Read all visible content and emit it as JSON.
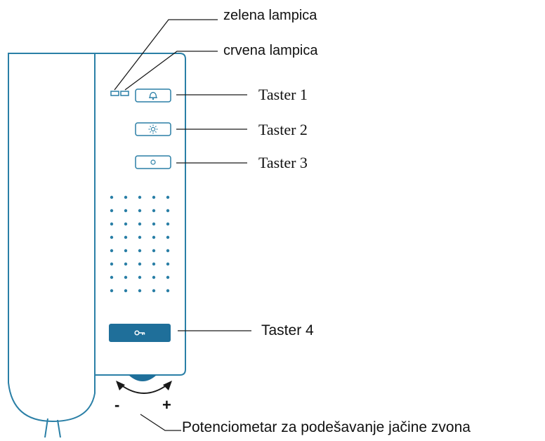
{
  "colors": {
    "outline": "#2a7fa6",
    "key_button_fill": "#1f6f9a",
    "leader": "#1a1a1a",
    "text": "#111111"
  },
  "icons": {
    "taster_1": "bell-icon",
    "taster_2": "light-sun-icon",
    "taster_3": "circle-icon",
    "taster_4": "key-icon",
    "potentiometer": "double-arrow-curved-icon"
  },
  "labels": {
    "green_led": "zelena lampica",
    "red_led": "crvena lampica",
    "taster_1": "Taster 1",
    "taster_2": "Taster 2",
    "taster_3": "Taster 3",
    "taster_4": "Taster 4",
    "potentiometer": "Potenciometar za podešavanje jačine zvona",
    "minus": "-",
    "plus": "+"
  },
  "speaker_grille": {
    "rows": 8,
    "columns": 5
  }
}
